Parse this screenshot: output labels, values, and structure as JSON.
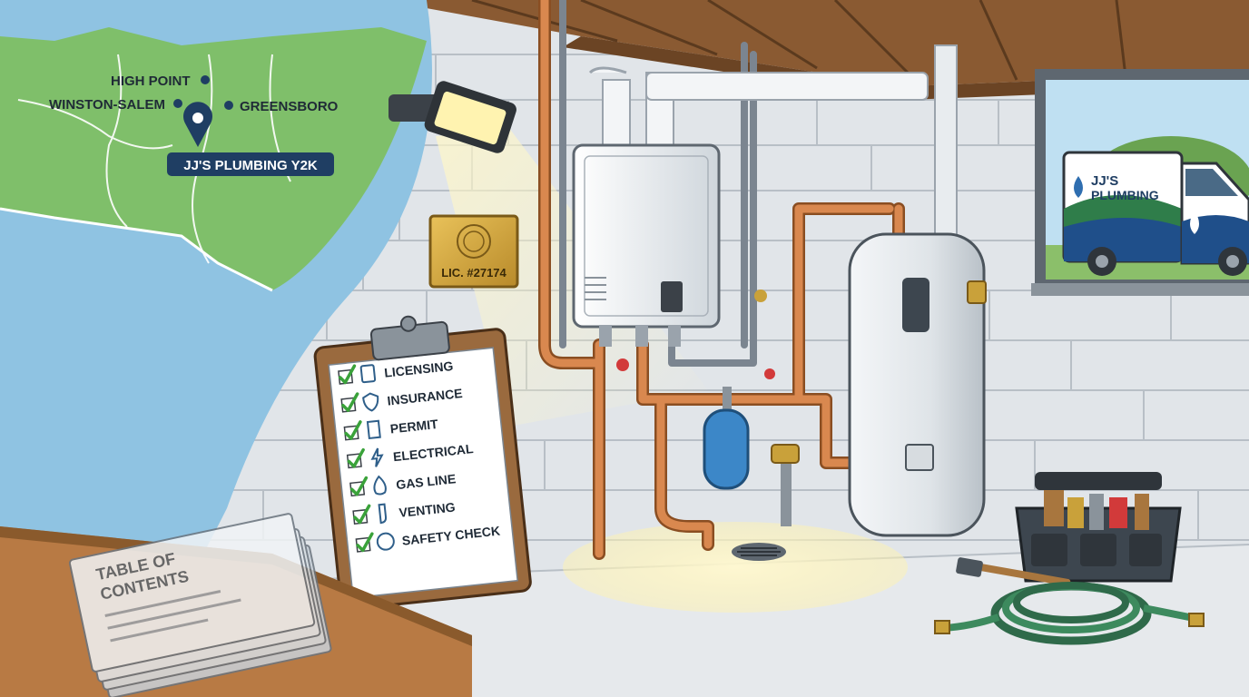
{
  "map": {
    "cities": [
      {
        "name": "HIGH POINT"
      },
      {
        "name": "WINSTON-SALEM"
      },
      {
        "name": "GREENSBORO"
      }
    ],
    "marker_label": "JJ'S PLUMBING Y2K"
  },
  "plaque": {
    "license_text": "LIC. #27174"
  },
  "clipboard": {
    "items": [
      {
        "label": "LICENSING",
        "icon": "id-card-icon"
      },
      {
        "label": "INSURANCE",
        "icon": "shield-icon"
      },
      {
        "label": "PERMIT",
        "icon": "permit-document-icon"
      },
      {
        "label": "ELECTRICAL",
        "icon": "lightning-bolt-icon"
      },
      {
        "label": "GAS LINE",
        "icon": "flame-icon"
      },
      {
        "label": "VENTING",
        "icon": "vent-icon"
      },
      {
        "label": "SAFETY CHECK",
        "icon": "check-badge-icon"
      }
    ]
  },
  "papers": {
    "title_line1": "TABLE OF",
    "title_line2": "CONTENTS"
  },
  "van": {
    "brand_line1": "JJ'S",
    "brand_line2": "PLUMBING"
  },
  "colors": {
    "map_land": "#7fbf6a",
    "map_water": "#8fc3e2",
    "copper": "#d9884f",
    "wall": "#e4e7ea",
    "marker": "#1f3e63",
    "check": "#3aa23a"
  }
}
